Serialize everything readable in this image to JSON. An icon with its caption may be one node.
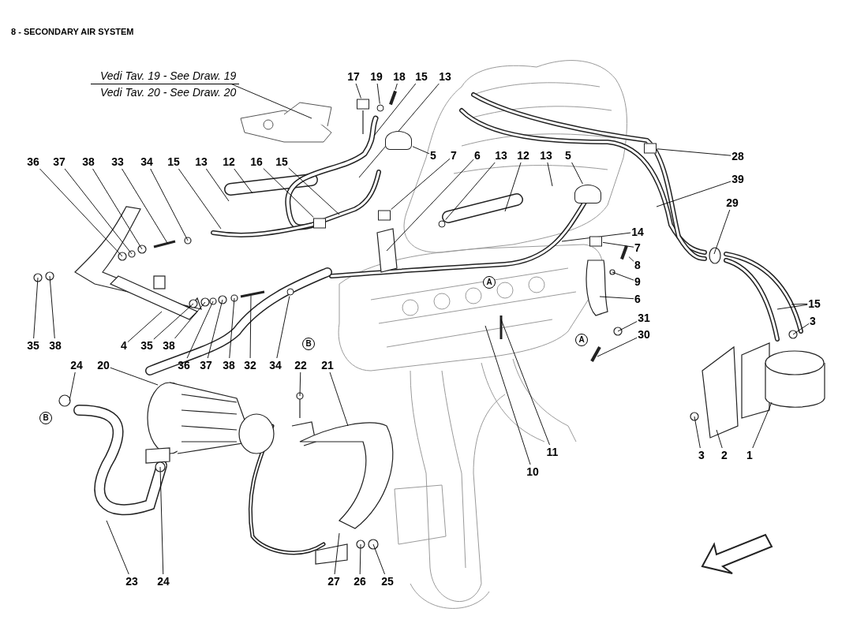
{
  "diagram": {
    "title": "8 - SECONDARY AIR SYSTEM",
    "nodes": [
      {
        "text": [
          "Vedi Tav. 19 - See Draw. 19",
          "Vedi Tav. 20 - See Draw. 20"
        ]
      },
      {
        "text": [
          "17"
        ]
      },
      {
        "text": [
          "19"
        ]
      },
      {
        "text": [
          "18"
        ]
      },
      {
        "text": [
          "15"
        ]
      },
      {
        "text": [
          "13"
        ]
      },
      {
        "text": [
          "36"
        ]
      },
      {
        "text": [
          "37"
        ]
      },
      {
        "text": [
          "38"
        ]
      },
      {
        "text": [
          "33"
        ]
      },
      {
        "text": [
          "34"
        ]
      },
      {
        "text": [
          "15"
        ]
      },
      {
        "text": [
          "13"
        ]
      },
      {
        "text": [
          "12"
        ]
      },
      {
        "text": [
          "16"
        ]
      },
      {
        "text": [
          "15"
        ]
      },
      {
        "text": [
          "5"
        ]
      },
      {
        "text": [
          "7"
        ]
      },
      {
        "text": [
          "6"
        ]
      },
      {
        "text": [
          "13"
        ]
      },
      {
        "text": [
          "12"
        ]
      },
      {
        "text": [
          "13"
        ]
      },
      {
        "text": [
          "5"
        ]
      },
      {
        "text": [
          "28"
        ]
      },
      {
        "text": [
          "39"
        ]
      },
      {
        "text": [
          "29"
        ]
      },
      {
        "text": [
          "14"
        ]
      },
      {
        "text": [
          "7"
        ]
      },
      {
        "text": [
          "8"
        ]
      },
      {
        "text": [
          "9"
        ]
      },
      {
        "text": [
          "6"
        ]
      },
      {
        "text": [
          "31"
        ]
      },
      {
        "text": [
          "30"
        ]
      },
      {
        "text": [
          "15"
        ]
      },
      {
        "text": [
          "3"
        ]
      },
      {
        "text": [
          "35"
        ]
      },
      {
        "text": [
          "38"
        ]
      },
      {
        "text": [
          "4"
        ]
      },
      {
        "text": [
          "35"
        ]
      },
      {
        "text": [
          "38"
        ]
      },
      {
        "text": [
          "24"
        ]
      },
      {
        "text": [
          "20"
        ]
      },
      {
        "text": [
          "36"
        ]
      },
      {
        "text": [
          "37"
        ]
      },
      {
        "text": [
          "38"
        ]
      },
      {
        "text": [
          "32"
        ]
      },
      {
        "text": [
          "34"
        ]
      },
      {
        "text": [
          "22"
        ]
      },
      {
        "text": [
          "21"
        ]
      },
      {
        "text": [
          "11"
        ]
      },
      {
        "text": [
          "10"
        ]
      },
      {
        "text": [
          "3"
        ]
      },
      {
        "text": [
          "2"
        ]
      },
      {
        "text": [
          "1"
        ]
      },
      {
        "text": [
          "23"
        ]
      },
      {
        "text": [
          "24"
        ]
      },
      {
        "text": [
          "27"
        ]
      },
      {
        "text": [
          "26"
        ]
      },
      {
        "text": [
          "25"
        ]
      },
      {
        "text": [],
        "shape": "box"
      },
      {
        "text": [],
        "shape": "bar"
      },
      {
        "text": [],
        "shape": "circle"
      },
      {
        "text": [],
        "shape": "circle"
      },
      {
        "text": [],
        "shape": "box"
      },
      {
        "text": [],
        "shape": "circle"
      },
      {
        "text": [],
        "shape": "cylinder"
      },
      {
        "text": [],
        "shape": "box"
      },
      {
        "text": [],
        "shape": "box"
      },
      {
        "text": [],
        "shape": "box"
      },
      {
        "text": [],
        "shape": "bar"
      },
      {
        "text": [],
        "shape": "cylinder"
      }
    ],
    "edges": [
      {
        "from": 0,
        "to": null,
        "arrow": "none"
      },
      {
        "from": 1,
        "to": 68,
        "arrow": "none"
      },
      {
        "from": 2,
        "to": 62,
        "arrow": "none"
      },
      {
        "from": 3,
        "to": 69,
        "arrow": "none"
      },
      {
        "from": 4,
        "to": null,
        "arrow": "none"
      },
      {
        "from": 5,
        "to": null,
        "arrow": "none"
      },
      {
        "from": 6,
        "to": null,
        "arrow": "none"
      },
      {
        "from": 7,
        "to": null,
        "arrow": "none"
      },
      {
        "from": 8,
        "to": null,
        "arrow": "none"
      },
      {
        "from": 9,
        "to": null,
        "arrow": "none"
      },
      {
        "from": 10,
        "to": null,
        "arrow": "none"
      },
      {
        "from": 11,
        "to": null,
        "arrow": "none"
      },
      {
        "from": 12,
        "to": null,
        "arrow": "none"
      },
      {
        "from": 13,
        "to": null,
        "arrow": "none"
      },
      {
        "from": 14,
        "to": 63,
        "arrow": "none"
      },
      {
        "from": 15,
        "to": null,
        "arrow": "none"
      },
      {
        "from": 16,
        "to": 70,
        "arrow": "none"
      },
      {
        "from": 17,
        "to": 59,
        "arrow": "none"
      },
      {
        "from": 18,
        "to": null,
        "arrow": "none"
      },
      {
        "from": 19,
        "to": 64,
        "arrow": "none"
      },
      {
        "from": 20,
        "to": null,
        "arrow": "none"
      },
      {
        "from": 21,
        "to": null,
        "arrow": "none"
      },
      {
        "from": 22,
        "to": 65,
        "arrow": "none"
      },
      {
        "from": 23,
        "to": 66,
        "arrow": "none"
      },
      {
        "from": 24,
        "to": null,
        "arrow": "none"
      },
      {
        "from": 25,
        "to": null,
        "arrow": "none"
      },
      {
        "from": 26,
        "to": null,
        "arrow": "none"
      },
      {
        "from": 27,
        "to": 67,
        "arrow": "none"
      },
      {
        "from": 28,
        "to": 60,
        "arrow": "none"
      },
      {
        "from": 29,
        "to": null,
        "arrow": "none"
      },
      {
        "from": 30,
        "to": null,
        "arrow": "none"
      },
      {
        "from": 31,
        "to": null,
        "arrow": "none"
      },
      {
        "from": 32,
        "to": null,
        "arrow": "none"
      },
      {
        "from": 33,
        "to": null,
        "arrow": "none"
      },
      {
        "from": 33,
        "to": null,
        "arrow": "none"
      },
      {
        "from": 34,
        "to": null,
        "arrow": "none"
      },
      {
        "from": 35,
        "to": null,
        "arrow": "none"
      },
      {
        "from": 36,
        "to": null,
        "arrow": "none"
      },
      {
        "from": 37,
        "to": null,
        "arrow": "none"
      },
      {
        "from": 38,
        "to": null,
        "arrow": "none"
      },
      {
        "from": 39,
        "to": null,
        "arrow": "none"
      },
      {
        "from": 40,
        "to": null,
        "arrow": "none"
      },
      {
        "from": 41,
        "to": null,
        "arrow": "none"
      },
      {
        "from": 42,
        "to": null,
        "arrow": "none"
      },
      {
        "from": 43,
        "to": null,
        "arrow": "none"
      },
      {
        "from": 44,
        "to": null,
        "arrow": "none"
      },
      {
        "from": 45,
        "to": null,
        "arrow": "none"
      },
      {
        "from": 46,
        "to": 61,
        "arrow": "none"
      },
      {
        "from": 47,
        "to": null,
        "arrow": "none"
      },
      {
        "from": 48,
        "to": null,
        "arrow": "none"
      },
      {
        "from": 49,
        "to": null,
        "arrow": "none"
      },
      {
        "from": 50,
        "to": null,
        "arrow": "none"
      },
      {
        "from": 51,
        "to": null,
        "arrow": "none"
      },
      {
        "from": 52,
        "to": null,
        "arrow": "none"
      },
      {
        "from": 53,
        "to": null,
        "arrow": "none"
      },
      {
        "from": 54,
        "to": null,
        "arrow": "none"
      },
      {
        "from": 55,
        "to": null,
        "arrow": "none"
      },
      {
        "from": 56,
        "to": null,
        "arrow": "none"
      },
      {
        "from": 57,
        "to": null,
        "arrow": "none"
      },
      {
        "from": 58,
        "to": null,
        "arrow": "none"
      }
    ],
    "labels": [
      "A",
      "A",
      "B",
      "B"
    ]
  }
}
